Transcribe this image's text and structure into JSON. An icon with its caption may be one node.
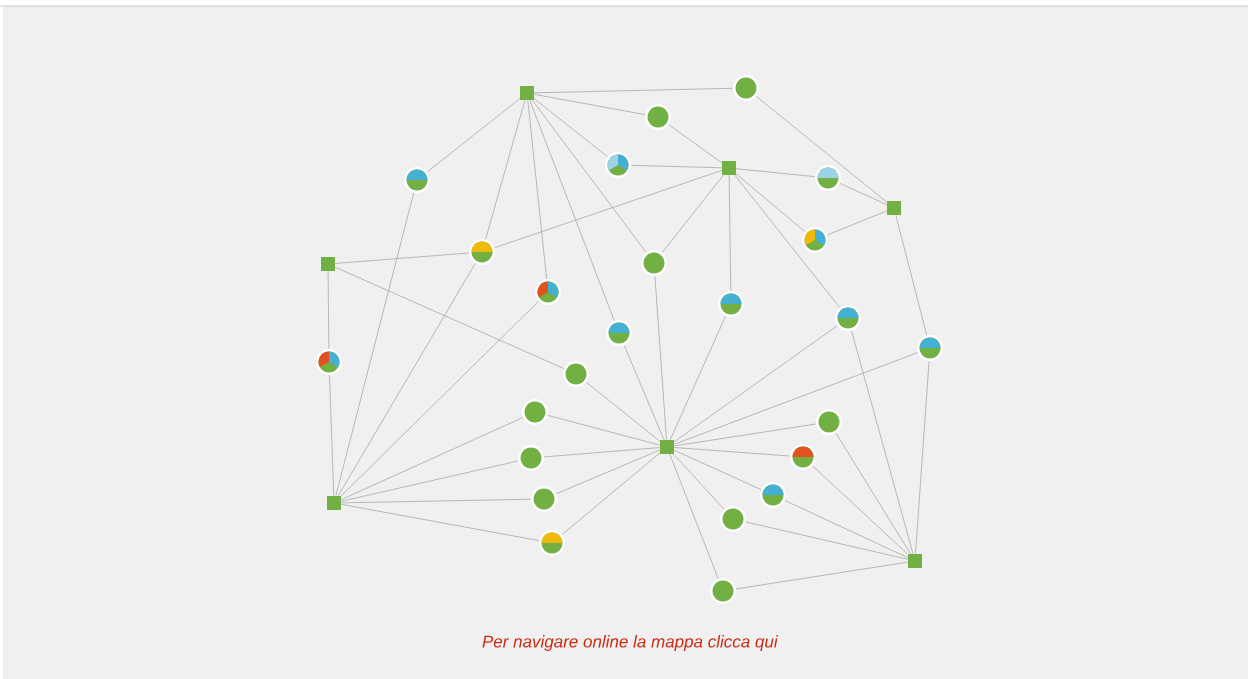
{
  "diagram": {
    "caption": "*Per navigare online la mappa clicca qui*",
    "nodes": [
      {
        "text": [],
        "shape": "circle"
      },
      {
        "text": [],
        "shape": "box"
      },
      {
        "text": [],
        "shape": "circle"
      },
      {
        "text": [],
        "shape": "circle"
      },
      {
        "text": [],
        "shape": "box"
      },
      {
        "text": [],
        "shape": "circle"
      },
      {
        "text": [],
        "shape": "circle"
      },
      {
        "text": [],
        "shape": "box"
      },
      {
        "text": [],
        "shape": "circle"
      },
      {
        "text": [],
        "shape": "circle"
      },
      {
        "text": [],
        "shape": "circle"
      },
      {
        "text": [],
        "shape": "box"
      },
      {
        "text": [],
        "shape": "circle"
      },
      {
        "text": [],
        "shape": "circle"
      },
      {
        "text": [],
        "shape": "circle"
      },
      {
        "text": [],
        "shape": "circle"
      },
      {
        "text": [],
        "shape": "circle"
      },
      {
        "text": [],
        "shape": "circle"
      },
      {
        "text": [],
        "shape": "circle"
      },
      {
        "text": [],
        "shape": "circle"
      },
      {
        "text": [],
        "shape": "circle"
      },
      {
        "text": [],
        "shape": "box"
      },
      {
        "text": [],
        "shape": "circle"
      },
      {
        "text": [],
        "shape": "circle"
      },
      {
        "text": [],
        "shape": "circle"
      },
      {
        "text": [],
        "shape": "circle"
      },
      {
        "text": [],
        "shape": "box"
      },
      {
        "text": [],
        "shape": "circle"
      },
      {
        "text": [],
        "shape": "circle"
      },
      {
        "text": [],
        "shape": "box"
      },
      {
        "text": [],
        "shape": "circle"
      }
    ],
    "edges": [
      {
        "from": 1,
        "to": 0,
        "arrow": "none"
      },
      {
        "from": 1,
        "to": 2,
        "arrow": "none"
      },
      {
        "from": 1,
        "to": 3,
        "arrow": "none"
      },
      {
        "from": 1,
        "to": 6,
        "arrow": "none"
      },
      {
        "from": 1,
        "to": 9,
        "arrow": "none"
      },
      {
        "from": 1,
        "to": 12,
        "arrow": "none"
      },
      {
        "from": 1,
        "to": 15,
        "arrow": "none"
      },
      {
        "from": 1,
        "to": 10,
        "arrow": "none"
      },
      {
        "from": 2,
        "to": 4,
        "arrow": "none"
      },
      {
        "from": 0,
        "to": 7,
        "arrow": "none"
      },
      {
        "from": 3,
        "to": 4,
        "arrow": "none"
      },
      {
        "from": 4,
        "to": 5,
        "arrow": "none"
      },
      {
        "from": 5,
        "to": 7,
        "arrow": "none"
      },
      {
        "from": 4,
        "to": 9,
        "arrow": "none"
      },
      {
        "from": 4,
        "to": 10,
        "arrow": "none"
      },
      {
        "from": 4,
        "to": 13,
        "arrow": "none"
      },
      {
        "from": 4,
        "to": 8,
        "arrow": "none"
      },
      {
        "from": 8,
        "to": 7,
        "arrow": "none"
      },
      {
        "from": 4,
        "to": 14,
        "arrow": "none"
      },
      {
        "from": 7,
        "to": 16,
        "arrow": "none"
      },
      {
        "from": 11,
        "to": 9,
        "arrow": "none"
      },
      {
        "from": 11,
        "to": 17,
        "arrow": "none"
      },
      {
        "from": 11,
        "to": 18,
        "arrow": "none"
      },
      {
        "from": 6,
        "to": 26,
        "arrow": "none"
      },
      {
        "from": 9,
        "to": 26,
        "arrow": "none"
      },
      {
        "from": 12,
        "to": 26,
        "arrow": "none"
      },
      {
        "from": 17,
        "to": 26,
        "arrow": "none"
      },
      {
        "from": 10,
        "to": 21,
        "arrow": "none"
      },
      {
        "from": 15,
        "to": 21,
        "arrow": "none"
      },
      {
        "from": 13,
        "to": 21,
        "arrow": "none"
      },
      {
        "from": 14,
        "to": 21,
        "arrow": "none"
      },
      {
        "from": 14,
        "to": 29,
        "arrow": "none"
      },
      {
        "from": 16,
        "to": 21,
        "arrow": "none"
      },
      {
        "from": 16,
        "to": 29,
        "arrow": "none"
      },
      {
        "from": 18,
        "to": 21,
        "arrow": "none"
      },
      {
        "from": 19,
        "to": 26,
        "arrow": "none"
      },
      {
        "from": 19,
        "to": 21,
        "arrow": "none"
      },
      {
        "from": 23,
        "to": 26,
        "arrow": "none"
      },
      {
        "from": 23,
        "to": 21,
        "arrow": "none"
      },
      {
        "from": 25,
        "to": 26,
        "arrow": "none"
      },
      {
        "from": 25,
        "to": 21,
        "arrow": "none"
      },
      {
        "from": 28,
        "to": 26,
        "arrow": "none"
      },
      {
        "from": 28,
        "to": 21,
        "arrow": "none"
      },
      {
        "from": 20,
        "to": 21,
        "arrow": "none"
      },
      {
        "from": 20,
        "to": 29,
        "arrow": "none"
      },
      {
        "from": 22,
        "to": 21,
        "arrow": "none"
      },
      {
        "from": 22,
        "to": 29,
        "arrow": "none"
      },
      {
        "from": 24,
        "to": 21,
        "arrow": "none"
      },
      {
        "from": 24,
        "to": 29,
        "arrow": "none"
      },
      {
        "from": 27,
        "to": 21,
        "arrow": "none"
      },
      {
        "from": 27,
        "to": 29,
        "arrow": "none"
      },
      {
        "from": 30,
        "to": 21,
        "arrow": "none"
      },
      {
        "from": 30,
        "to": 29,
        "arrow": "none"
      }
    ]
  }
}
